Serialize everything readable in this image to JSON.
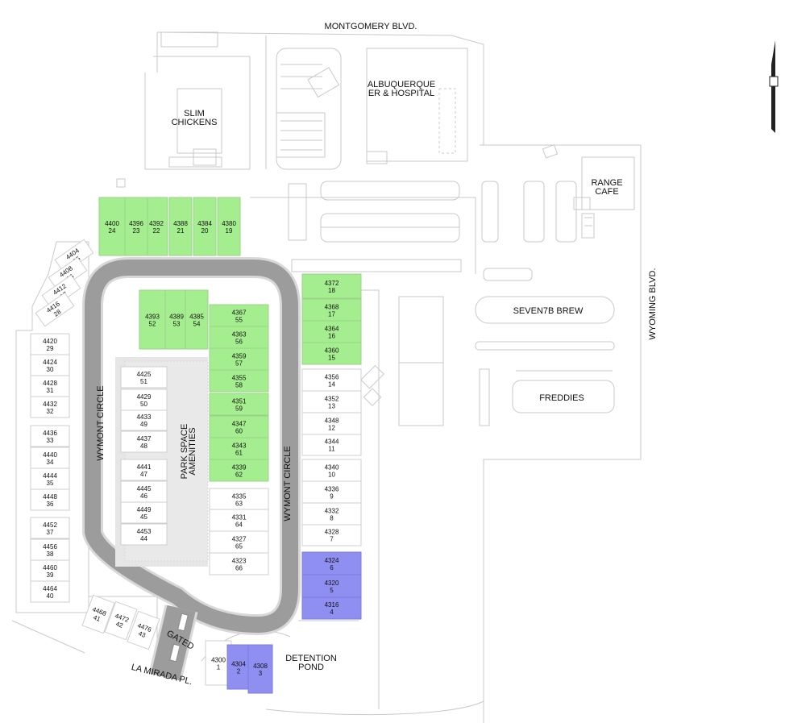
{
  "streets": {
    "montgomery": "MONTGOMERY BLVD.",
    "wyoming": "WYOMING BLVD.",
    "la_mirada": "LA MIRADA PL.",
    "wymont_left": "WYMONT CIRCLE",
    "wymont_right": "WYMONT CIRCLE",
    "gated": "GATED"
  },
  "places": {
    "slim_chickens": [
      "SLIM",
      "CHICKENS"
    ],
    "hospital": [
      "ALBUQUERQUE",
      "ER & HOSPITAL"
    ],
    "range_cafe": [
      "RANGE",
      "CAFE"
    ],
    "seven7b": "SEVEN7B BREW",
    "freddies": "FREDDIES",
    "park": [
      "PARK SPACE",
      "AMENITIES"
    ],
    "detention": [
      "DETENTION",
      "POND"
    ]
  },
  "lot_status_colors": {
    "green": "#a5ee8f",
    "blue": "#8f8ff2",
    "none": "#ffffff"
  },
  "lots": [
    {
      "addr": "4300",
      "num": "1",
      "status": "none"
    },
    {
      "addr": "4304",
      "num": "2",
      "status": "blue"
    },
    {
      "addr": "4308",
      "num": "3",
      "status": "blue"
    },
    {
      "addr": "4316",
      "num": "4",
      "status": "blue"
    },
    {
      "addr": "4320",
      "num": "5",
      "status": "blue"
    },
    {
      "addr": "4324",
      "num": "6",
      "status": "blue"
    },
    {
      "addr": "4328",
      "num": "7",
      "status": "none"
    },
    {
      "addr": "4332",
      "num": "8",
      "status": "none"
    },
    {
      "addr": "4336",
      "num": "9",
      "status": "none"
    },
    {
      "addr": "4340",
      "num": "10",
      "status": "none"
    },
    {
      "addr": "4344",
      "num": "11",
      "status": "none"
    },
    {
      "addr": "4348",
      "num": "12",
      "status": "none"
    },
    {
      "addr": "4352",
      "num": "13",
      "status": "none"
    },
    {
      "addr": "4356",
      "num": "14",
      "status": "none"
    },
    {
      "addr": "4360",
      "num": "15",
      "status": "green"
    },
    {
      "addr": "4364",
      "num": "16",
      "status": "green"
    },
    {
      "addr": "4368",
      "num": "17",
      "status": "green"
    },
    {
      "addr": "4372",
      "num": "18",
      "status": "green"
    },
    {
      "addr": "4380",
      "num": "19",
      "status": "green"
    },
    {
      "addr": "4384",
      "num": "20",
      "status": "green"
    },
    {
      "addr": "4388",
      "num": "21",
      "status": "green"
    },
    {
      "addr": "4392",
      "num": "22",
      "status": "green"
    },
    {
      "addr": "4396",
      "num": "23",
      "status": "green"
    },
    {
      "addr": "4400",
      "num": "24",
      "status": "green"
    },
    {
      "addr": "4404",
      "num": "25",
      "status": "none"
    },
    {
      "addr": "4408",
      "num": "26",
      "status": "none"
    },
    {
      "addr": "4412",
      "num": "27",
      "status": "none"
    },
    {
      "addr": "4416",
      "num": "28",
      "status": "none"
    },
    {
      "addr": "4420",
      "num": "29",
      "status": "none"
    },
    {
      "addr": "4424",
      "num": "30",
      "status": "none"
    },
    {
      "addr": "4428",
      "num": "31",
      "status": "none"
    },
    {
      "addr": "4432",
      "num": "32",
      "status": "none"
    },
    {
      "addr": "4436",
      "num": "33",
      "status": "none"
    },
    {
      "addr": "4440",
      "num": "34",
      "status": "none"
    },
    {
      "addr": "4444",
      "num": "35",
      "status": "none"
    },
    {
      "addr": "4448",
      "num": "36",
      "status": "none"
    },
    {
      "addr": "4452",
      "num": "37",
      "status": "none"
    },
    {
      "addr": "4456",
      "num": "38",
      "status": "none"
    },
    {
      "addr": "4460",
      "num": "39",
      "status": "none"
    },
    {
      "addr": "4464",
      "num": "40",
      "status": "none"
    },
    {
      "addr": "4468",
      "num": "41",
      "status": "none"
    },
    {
      "addr": "4472",
      "num": "42",
      "status": "none"
    },
    {
      "addr": "4476",
      "num": "43",
      "status": "none"
    },
    {
      "addr": "4453",
      "num": "44",
      "status": "none"
    },
    {
      "addr": "4449",
      "num": "45",
      "status": "none"
    },
    {
      "addr": "4445",
      "num": "46",
      "status": "none"
    },
    {
      "addr": "4441",
      "num": "47",
      "status": "none"
    },
    {
      "addr": "4437",
      "num": "48",
      "status": "none"
    },
    {
      "addr": "4433",
      "num": "49",
      "status": "none"
    },
    {
      "addr": "4429",
      "num": "50",
      "status": "none"
    },
    {
      "addr": "4425",
      "num": "51",
      "status": "none"
    },
    {
      "addr": "4393",
      "num": "52",
      "status": "green"
    },
    {
      "addr": "4389",
      "num": "53",
      "status": "green"
    },
    {
      "addr": "4385",
      "num": "54",
      "status": "green"
    },
    {
      "addr": "4367",
      "num": "55",
      "status": "green"
    },
    {
      "addr": "4363",
      "num": "56",
      "status": "green"
    },
    {
      "addr": "4359",
      "num": "57",
      "status": "green"
    },
    {
      "addr": "4355",
      "num": "58",
      "status": "green"
    },
    {
      "addr": "4351",
      "num": "59",
      "status": "green"
    },
    {
      "addr": "4347",
      "num": "60",
      "status": "green"
    },
    {
      "addr": "4343",
      "num": "61",
      "status": "green"
    },
    {
      "addr": "4339",
      "num": "62",
      "status": "green"
    },
    {
      "addr": "4335",
      "num": "63",
      "status": "none"
    },
    {
      "addr": "4331",
      "num": "64",
      "status": "none"
    },
    {
      "addr": "4327",
      "num": "65",
      "status": "none"
    },
    {
      "addr": "4323",
      "num": "66",
      "status": "none"
    }
  ]
}
